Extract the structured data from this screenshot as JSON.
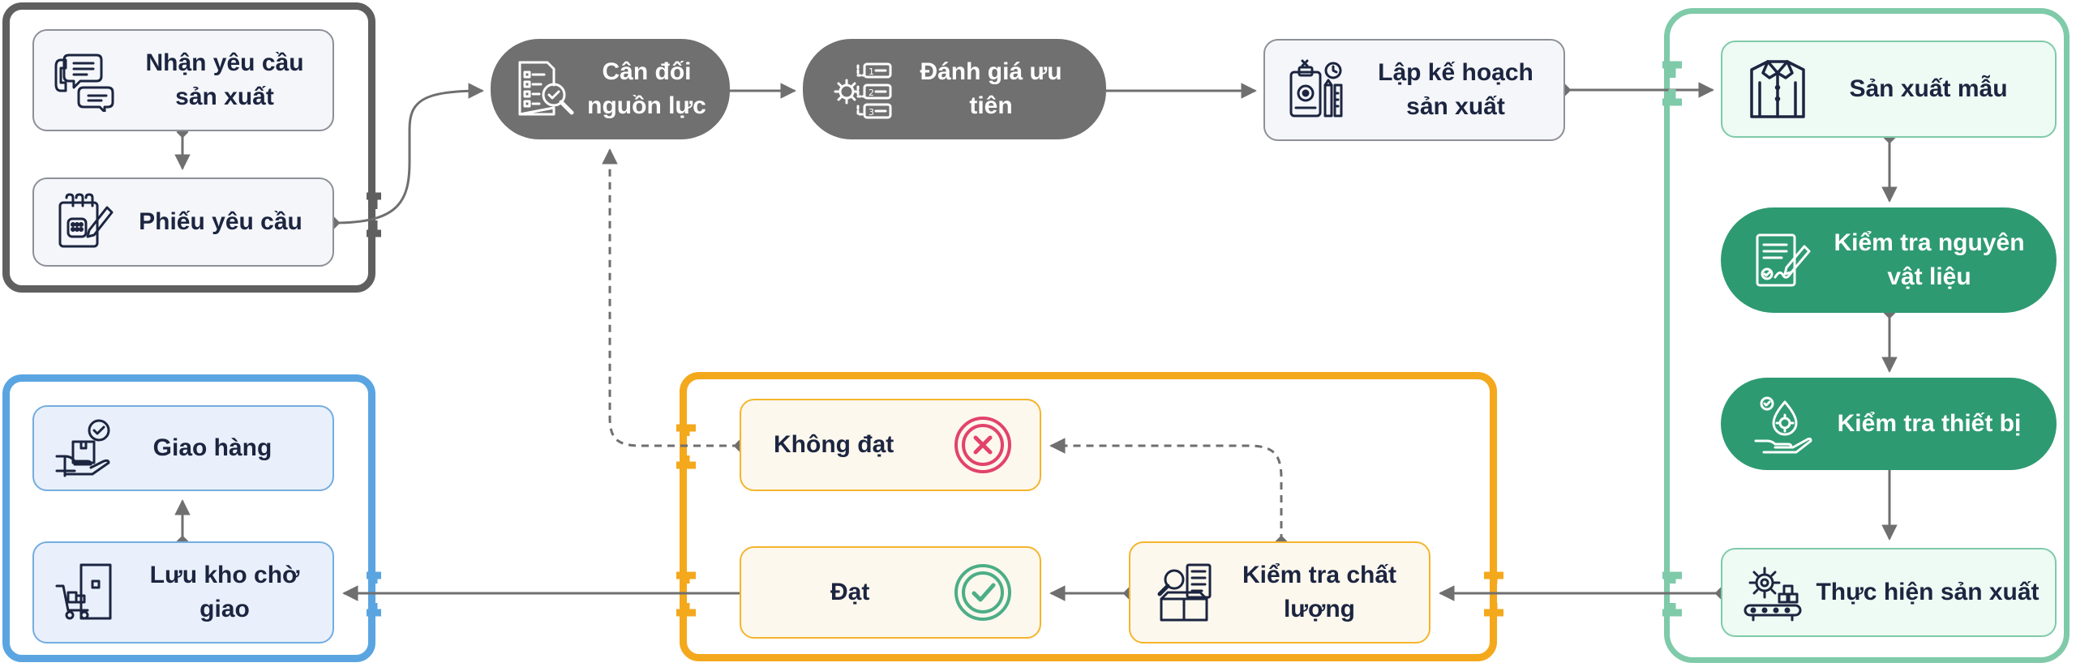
{
  "nodes": {
    "nhan_yeu_cau": "Nhận yêu cầu sản xuất",
    "phieu_yeu_cau": "Phiếu yêu cầu",
    "can_doi": "Cân đối nguồn lực",
    "danh_gia": "Đánh giá ưu tiên",
    "lap_ke_hoach": "Lập kế hoạch sản xuất",
    "san_xuat_mau": "Sản xuất mẫu",
    "kiem_tra_nvl": "Kiểm tra nguyên vật liệu",
    "kiem_tra_tb": "Kiểm tra thiết bị",
    "thuc_hien": "Thực hiện sản xuất",
    "kiem_tra_cl": "Kiểm tra chất lượng",
    "khong_dat": "Không đạt",
    "dat": "Đạt",
    "luu_kho": "Lưu kho chờ giao",
    "giao_hang": "Giao hàng"
  },
  "icons": {
    "nhan_yeu_cau": "phone-chat-icon",
    "phieu_yeu_cau": "notepad-pen-icon",
    "can_doi": "checklist-magnifier-icon",
    "danh_gia": "gear-numbered-list-icon",
    "lap_ke_hoach": "clipboard-plan-icon",
    "san_xuat_mau": "shirt-icon",
    "kiem_tra_nvl": "document-signature-icon",
    "kiem_tra_tb": "hand-gear-icon",
    "thuc_hien": "gear-conveyor-icon",
    "kiem_tra_cl": "box-inspection-icon",
    "khong_dat": "x-circle-icon",
    "dat": "check-circle-icon",
    "luu_kho": "cart-warehouse-icon",
    "giao_hang": "hand-box-check-icon"
  },
  "colors": {
    "request_group": "#5f5f5f",
    "production_group": "#7fcaa9",
    "quality_group": "#f4a81c",
    "delivery_group": "#5aa5e1",
    "dark_pill": "#707070",
    "green_pill": "#2e9a72",
    "fail_red": "#e2436b",
    "pass_green": "#4cae86",
    "connector": "#6f6f6f"
  }
}
